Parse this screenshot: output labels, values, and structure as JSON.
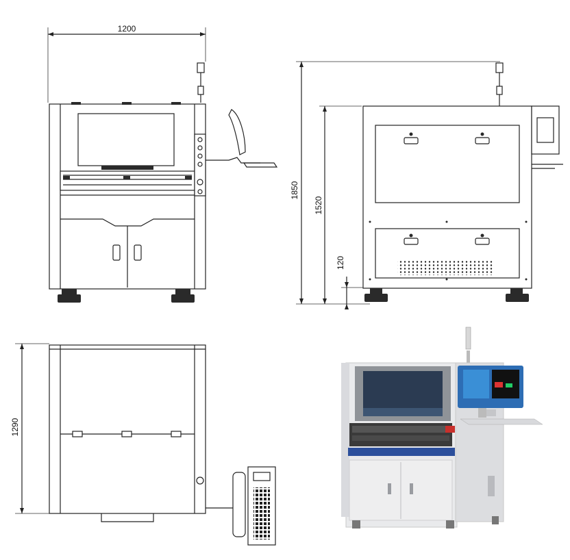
{
  "dimensions": {
    "width": "1200",
    "height_total": "1850",
    "height_body": "1520",
    "foot_height": "120",
    "depth": "1290"
  },
  "views": [
    "front-view",
    "side-view",
    "top-view",
    "product-photo"
  ]
}
